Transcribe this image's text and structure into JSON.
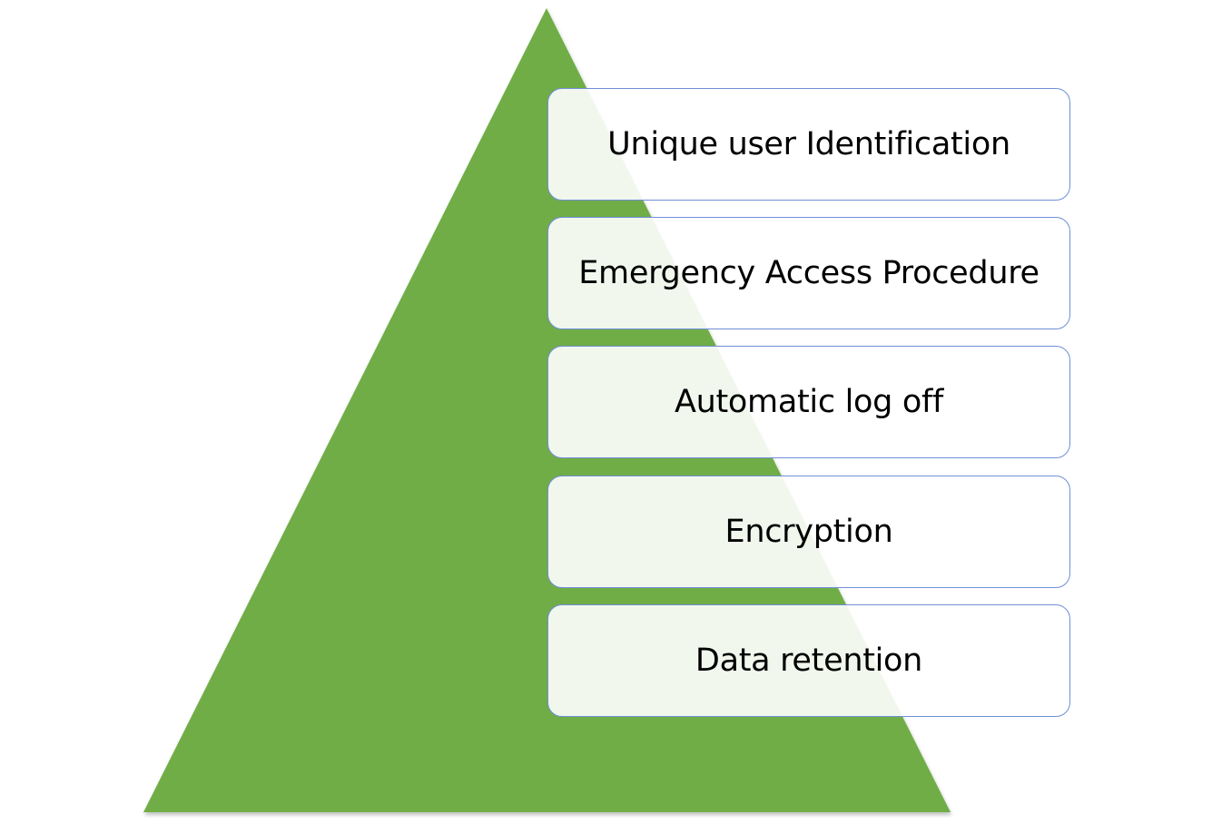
{
  "diagram": {
    "fill_color": "#70ad47",
    "layers": [
      {
        "label": "Unique user Identification"
      },
      {
        "label": "Emergency Access Procedure"
      },
      {
        "label": "Automatic log off"
      },
      {
        "label": "Encryption"
      },
      {
        "label": "Data retention"
      }
    ]
  }
}
